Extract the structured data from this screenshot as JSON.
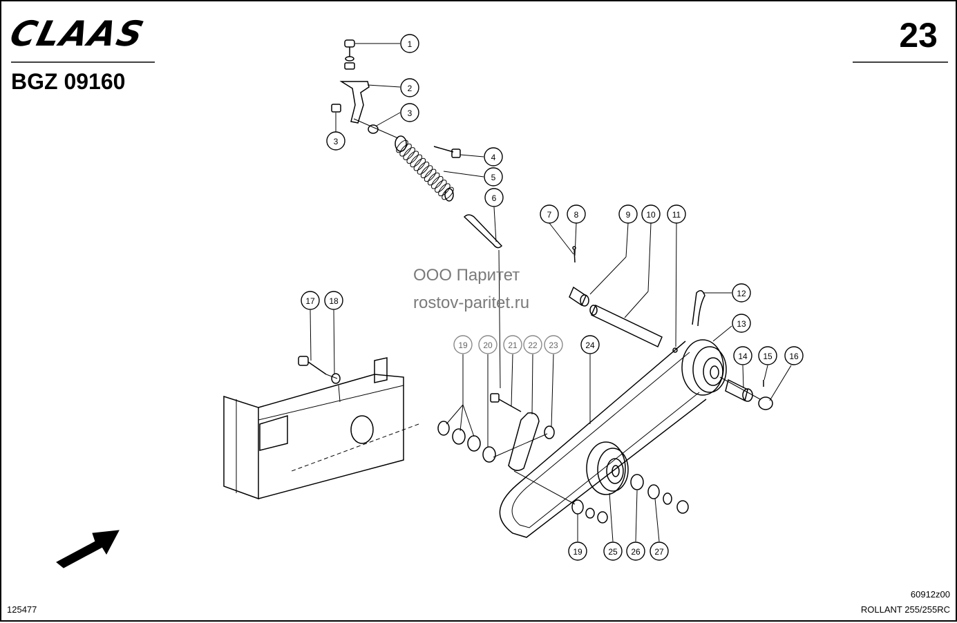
{
  "header": {
    "brand": "CLAAS",
    "doc_id": "BGZ 09160",
    "page_number": "23"
  },
  "footer": {
    "drawing_number": "125477",
    "reference_code": "60912z00",
    "model": "ROLLANT 255/255RC"
  },
  "watermark": {
    "line1": "ООО Паритет",
    "line2": "rostov-paritet.ru"
  },
  "callouts": [
    {
      "label": "1",
      "grey": false
    },
    {
      "label": "2",
      "grey": false
    },
    {
      "label": "3",
      "grey": false
    },
    {
      "label": "3",
      "grey": false
    },
    {
      "label": "4",
      "grey": false
    },
    {
      "label": "5",
      "grey": false
    },
    {
      "label": "6",
      "grey": false
    },
    {
      "label": "7",
      "grey": false
    },
    {
      "label": "8",
      "grey": false
    },
    {
      "label": "9",
      "grey": false
    },
    {
      "label": "10",
      "grey": false
    },
    {
      "label": "11",
      "grey": false
    },
    {
      "label": "12",
      "grey": false
    },
    {
      "label": "13",
      "grey": false
    },
    {
      "label": "14",
      "grey": false
    },
    {
      "label": "15",
      "grey": false
    },
    {
      "label": "16",
      "grey": false
    },
    {
      "label": "17",
      "grey": false
    },
    {
      "label": "18",
      "grey": false
    },
    {
      "label": "19",
      "grey": true
    },
    {
      "label": "20",
      "grey": true
    },
    {
      "label": "21",
      "grey": true
    },
    {
      "label": "22",
      "grey": true
    },
    {
      "label": "23",
      "grey": true
    },
    {
      "label": "24",
      "grey": false
    },
    {
      "label": "19",
      "grey": false
    },
    {
      "label": "25",
      "grey": false
    },
    {
      "label": "26",
      "grey": false
    },
    {
      "label": "27",
      "grey": false
    }
  ]
}
